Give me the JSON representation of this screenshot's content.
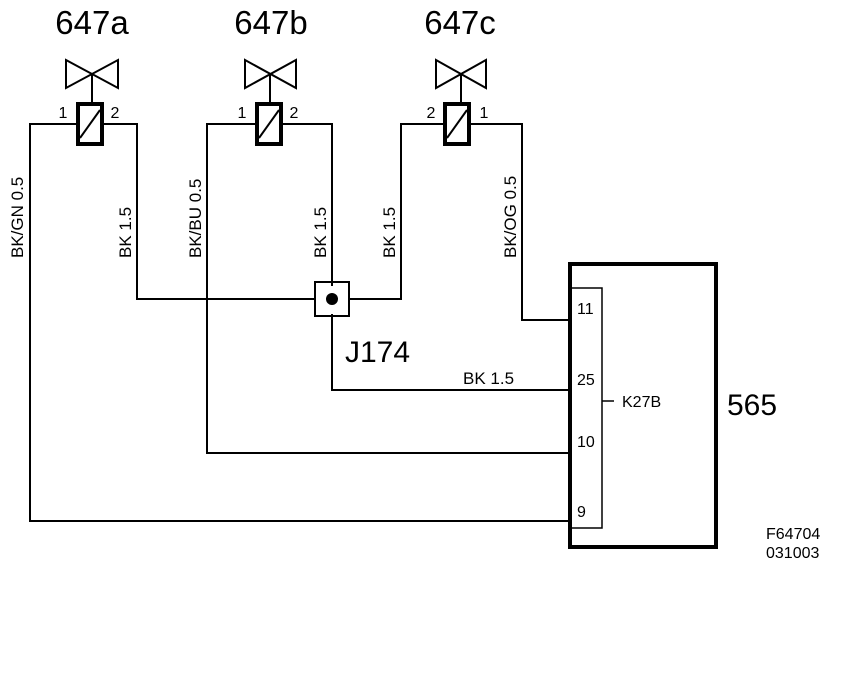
{
  "components": {
    "valve_a": {
      "label": "647a",
      "pin_left": "1",
      "pin_right": "2"
    },
    "valve_b": {
      "label": "647b",
      "pin_left": "1",
      "pin_right": "2"
    },
    "valve_c": {
      "label": "647c",
      "pin_left": "2",
      "pin_right": "1"
    },
    "splice": {
      "label": "J174"
    },
    "module": {
      "label": "565",
      "connector": "K27B",
      "pins": [
        "11",
        "25",
        "10",
        "9"
      ]
    }
  },
  "wires": {
    "a_pin1": "BK/GN  0.5",
    "a_pin2": "BK  1.5",
    "b_pin1": "BK/BU  0.5",
    "b_pin2": "BK  1.5",
    "c_pin2": "BK  1.5",
    "c_pin1": "BK/OG  0.5",
    "j174_to_25": "BK  1.5"
  },
  "footer": {
    "figure_id": "F64704",
    "date_code": "031003"
  }
}
